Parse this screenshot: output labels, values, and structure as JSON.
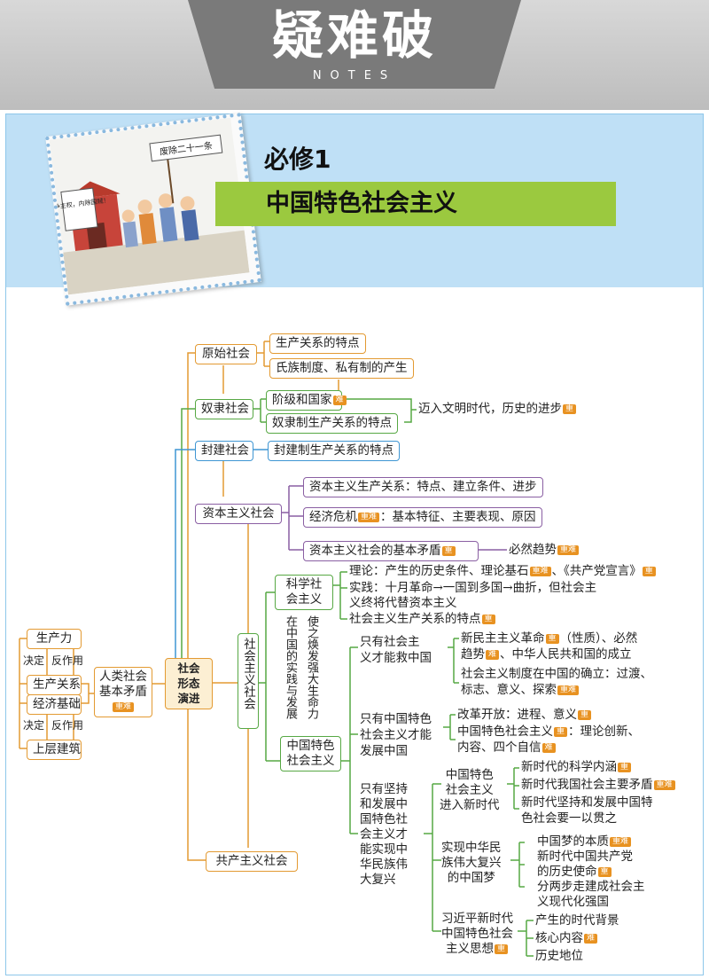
{
  "header": {
    "title": "疑难破",
    "subtitle": "NOTES"
  },
  "banner": {
    "book": "必修1",
    "topic": "中国特色社会主义"
  },
  "picture": {
    "sign_top": "废除二十一条",
    "sign_left": "外争主权，内除国贼！"
  },
  "colors": {
    "orange": "#e39a32",
    "green": "#57a844",
    "blue": "#3f96d3",
    "purple": "#8a5fa3",
    "tag": "#e89221",
    "topic_bar": "#9bc93f",
    "banner": "#bfe0f6"
  },
  "tags": {
    "key": "重",
    "hard": "难",
    "key_hard": "重难"
  },
  "left": {
    "productivity": "生产力",
    "decide1": "决定",
    "react1": "反作用",
    "relations": "生产关系",
    "economic_base": "经济基础",
    "decide2": "决定",
    "react2": "反作用",
    "superstructure": "上层建筑",
    "contradiction_1": "人类社会",
    "contradiction_2": "基本矛盾",
    "center_1": "社会",
    "center_2": "形态",
    "center_3": "演进"
  },
  "primitive": {
    "label": "原始社会",
    "a": "生产关系的特点",
    "b": "氏族制度、私有制的产生"
  },
  "slave": {
    "label": "奴隶社会",
    "a": "阶级和国家",
    "b": "奴隶制生产关系的特点",
    "note": "迈入文明时代，历史的进步"
  },
  "feudal": {
    "label": "封建社会",
    "a": "封建制生产关系的特点"
  },
  "capitalist": {
    "label": "资本主义社会",
    "a": "资本主义生产关系：特点、建立条件、进步",
    "b1": "经济危机",
    "b2": "：基本特征、主要表现、原因",
    "c": "资本主义社会的基本矛盾",
    "trend": "必然趋势"
  },
  "socialism": {
    "label": "社会主义社会",
    "scientific_1": "科学社",
    "scientific_2": "会主义",
    "theory_a": "理论：产生的历史条件、理论基石",
    "theory_b": "、《共产党宣言》",
    "practice_1": "实践：十月革命→一国到多国→曲折，但社会主",
    "practice_2": "义终将代替资本主义",
    "relations": "社会主义生产关系的特点",
    "vert_a": "在中国的实践与发展",
    "vert_b": "使之焕发强大生命力",
    "cs_1": "中国特色",
    "cs_2": "社会主义"
  },
  "save": {
    "head_1": "只有社会主",
    "head_2": "义才能救中国",
    "a1": "新民主主义革命",
    "a2": "（性质）、必然",
    "a3": "趋势",
    "a4": "、中华人民共和国的成立",
    "b1": "社会主义制度在中国的确立：过渡、",
    "b2": "标志、意义、探索"
  },
  "develop": {
    "head_1": "只有中国特色",
    "head_2": "社会主义才能",
    "head_3": "发展中国",
    "a": "改革开放：进程、意义",
    "b1": "中国特色社会主义",
    "b2": "：理论创新、",
    "b3": "内容、四个自信"
  },
  "rejuv": {
    "head": [
      "只有坚持",
      "和发展中",
      "国特色社",
      "会主义才",
      "能实现中",
      "华民族伟",
      "大复兴"
    ]
  },
  "newera": {
    "head": [
      "中国特色",
      "社会主义",
      "进入新时代"
    ],
    "a": "新时代的科学内涵",
    "b": "新时代我国社会主要矛盾",
    "c1": "新时代坚持和发展中国特",
    "c2": "色社会要一以贯之"
  },
  "dream": {
    "head": [
      "实现中华民",
      "族伟大复兴",
      "的中国梦"
    ],
    "a": "中国梦的本质",
    "b1": "新时代中国共产党",
    "b2": "的历史使命",
    "c1": "分两步走建成社会主",
    "c2": "义现代化强国"
  },
  "thought": {
    "head": [
      "习近平新时代",
      "中国特色社会",
      "主义思想"
    ],
    "a": "产生的时代背景",
    "b": "核心内容",
    "c": "历史地位"
  },
  "communist": {
    "label": "共产主义社会"
  }
}
